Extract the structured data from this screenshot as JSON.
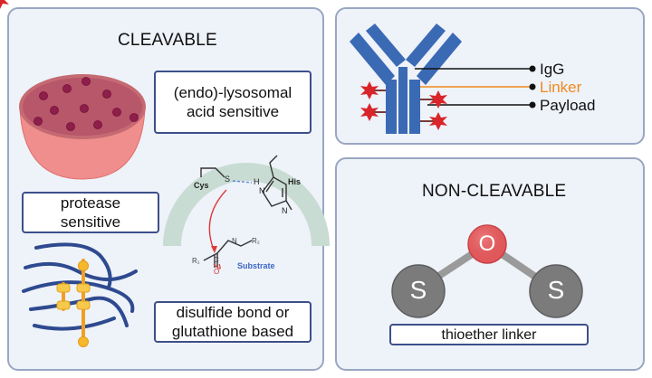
{
  "cleavable": {
    "title": "CLEAVABLE",
    "acid_box": "(endo)-lysosomal acid sensitive",
    "protease_box": "protease sensitive",
    "disulfide_box": "disulfide bond or glutathione based",
    "mechanism": {
      "cys": "Cys",
      "his": "His",
      "s_label": "S",
      "h_label": "H",
      "nplus_label": "N",
      "nh_label": "N",
      "r1": "R₁",
      "r2": "R₂",
      "c_label": "C",
      "o_label": "O",
      "n_label": "N",
      "substrate": "Substrate"
    }
  },
  "adc": {
    "legend": [
      {
        "label": "IgG",
        "color": "#111111"
      },
      {
        "label": "Linker",
        "color": "#f08a1c"
      },
      {
        "label": "Payload",
        "color": "#111111"
      }
    ],
    "antibody_color": "#3b6ab5",
    "payload_color": "#d9252a"
  },
  "noncleavable": {
    "title": "NON-CLEAVABLE",
    "box": "thioether linker",
    "sulfur_left": "S",
    "oxygen": "O",
    "sulfur_right": "S"
  }
}
